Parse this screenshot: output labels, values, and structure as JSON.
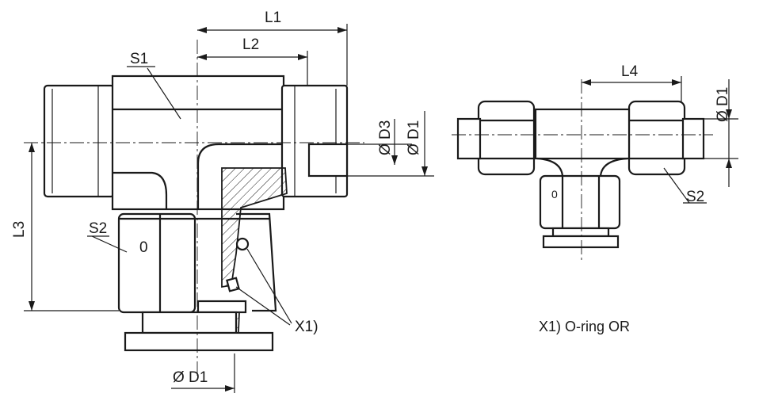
{
  "labels": {
    "L1": "L1",
    "L2": "L2",
    "L3": "L3",
    "L4": "L4",
    "S1": "S1",
    "S2_left": "S2",
    "S2_right": "S2",
    "D3": "Ø D3",
    "D1_side": "Ø D1",
    "D1_bottom": "Ø D1",
    "D1_right": "Ø D1",
    "X1": "X1)",
    "nut_mark_left": "0",
    "nut_mark_right": "0"
  },
  "note": "X1) O-ring OR"
}
